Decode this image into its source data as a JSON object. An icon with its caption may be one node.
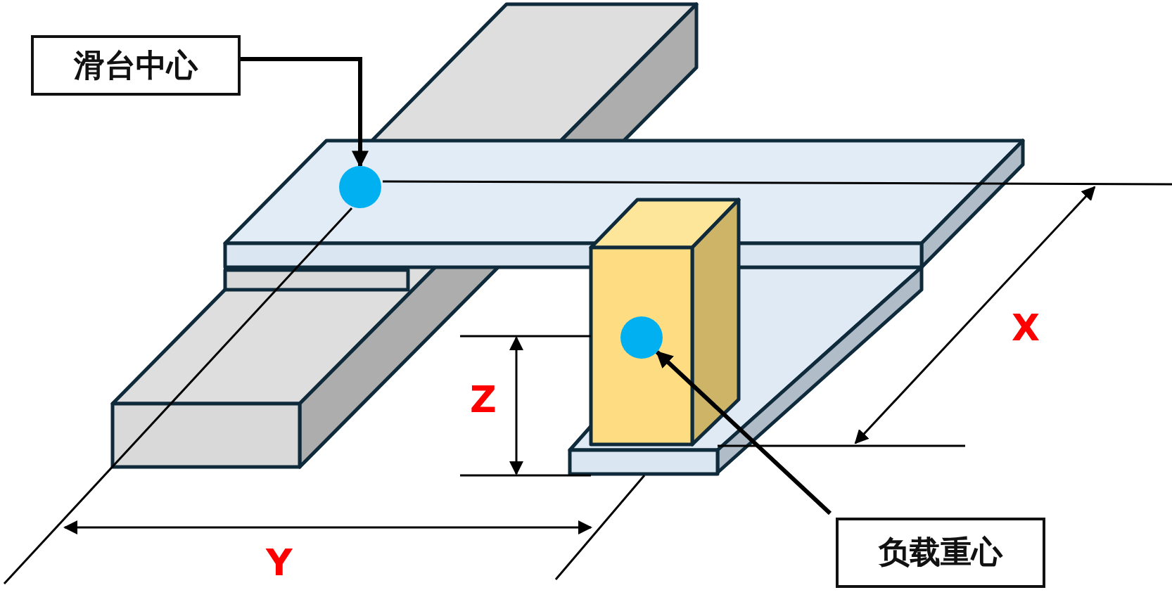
{
  "diagram": {
    "nodes": [
      {
        "text": [
          "滑台中心"
        ]
      },
      {
        "text": [],
        "shape": "circle"
      },
      {
        "text": [
          "负载重心"
        ]
      },
      {
        "text": [],
        "shape": "circle"
      }
    ],
    "edges": [
      {
        "from": 0,
        "to": 1,
        "arrow": "to"
      },
      {
        "from": 2,
        "to": 3,
        "arrow": "to"
      }
    ],
    "labels": [
      "X",
      "Z",
      "Y"
    ]
  }
}
